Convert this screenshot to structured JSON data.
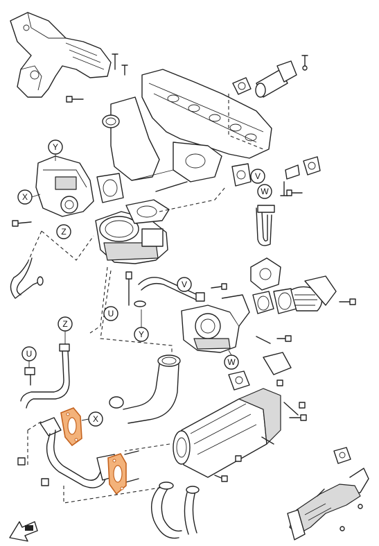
{
  "callouts": [
    {
      "id": "y1",
      "letter": "Y"
    },
    {
      "id": "x1",
      "letter": "X"
    },
    {
      "id": "z1",
      "letter": "Z"
    },
    {
      "id": "v1",
      "letter": "V"
    },
    {
      "id": "w1",
      "letter": "W"
    },
    {
      "id": "v2",
      "letter": "V"
    },
    {
      "id": "u1",
      "letter": "U"
    },
    {
      "id": "y2",
      "letter": "Y"
    },
    {
      "id": "z2",
      "letter": "Z"
    },
    {
      "id": "u2",
      "letter": "U"
    },
    {
      "id": "w2",
      "letter": "W"
    },
    {
      "id": "x2",
      "letter": "X"
    }
  ],
  "colors": {
    "line": "#222222",
    "highlighted_gasket": "#f3b27a",
    "highlighted_gasket_stroke": "#c4621e",
    "background": "#ffffff"
  },
  "icons": {
    "front_arrow": "front-direction-arrow-icon"
  }
}
